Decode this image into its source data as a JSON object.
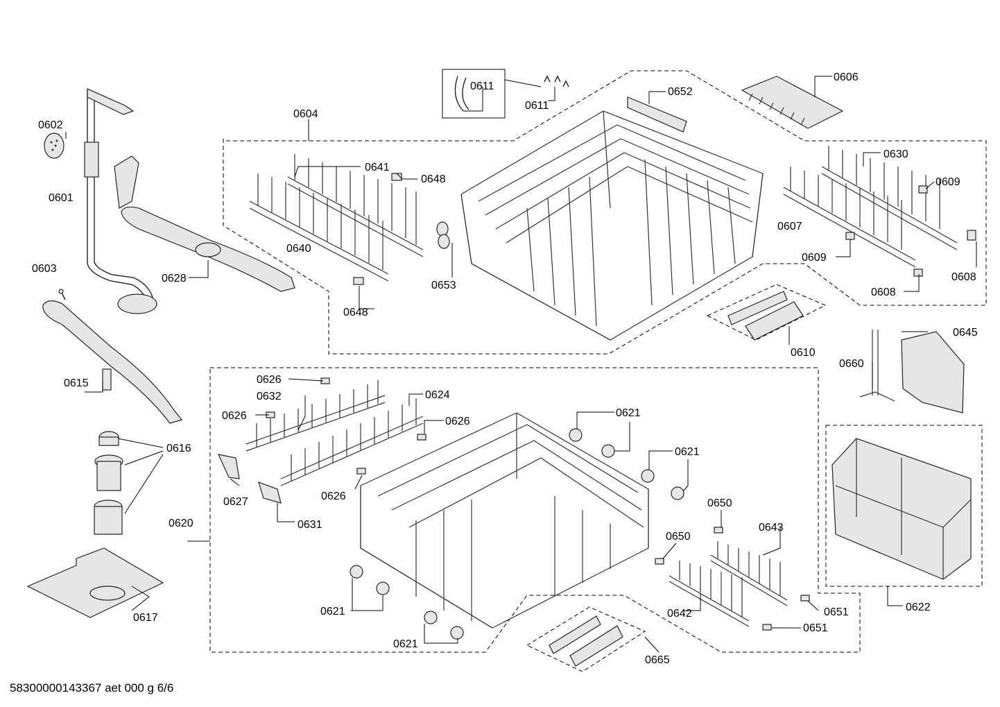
{
  "document_code": "58300000143367 aet 000 g 6/6",
  "labels": {
    "p0601": "0601",
    "p0602": "0602",
    "p0603": "0603",
    "p0604": "0604",
    "p0606": "0606",
    "p0607": "0607",
    "p0608": "0608",
    "p0609": "0609",
    "p0610": "0610",
    "p0611": "0611",
    "p0615": "0615",
    "p0616": "0616",
    "p0617": "0617",
    "p0620": "0620",
    "p0621": "0621",
    "p0622": "0622",
    "p0624": "0624",
    "p0626": "0626",
    "p0627": "0627",
    "p0628": "0628",
    "p0630": "0630",
    "p0631": "0631",
    "p0632": "0632",
    "p0640": "0640",
    "p0641": "0641",
    "p0642": "0642",
    "p0643": "0643",
    "p0645": "0645",
    "p0648": "0648",
    "p0650": "0650",
    "p0651": "0651",
    "p0652": "0652",
    "p0653": "0653",
    "p0660": "0660",
    "p0665": "0665"
  }
}
